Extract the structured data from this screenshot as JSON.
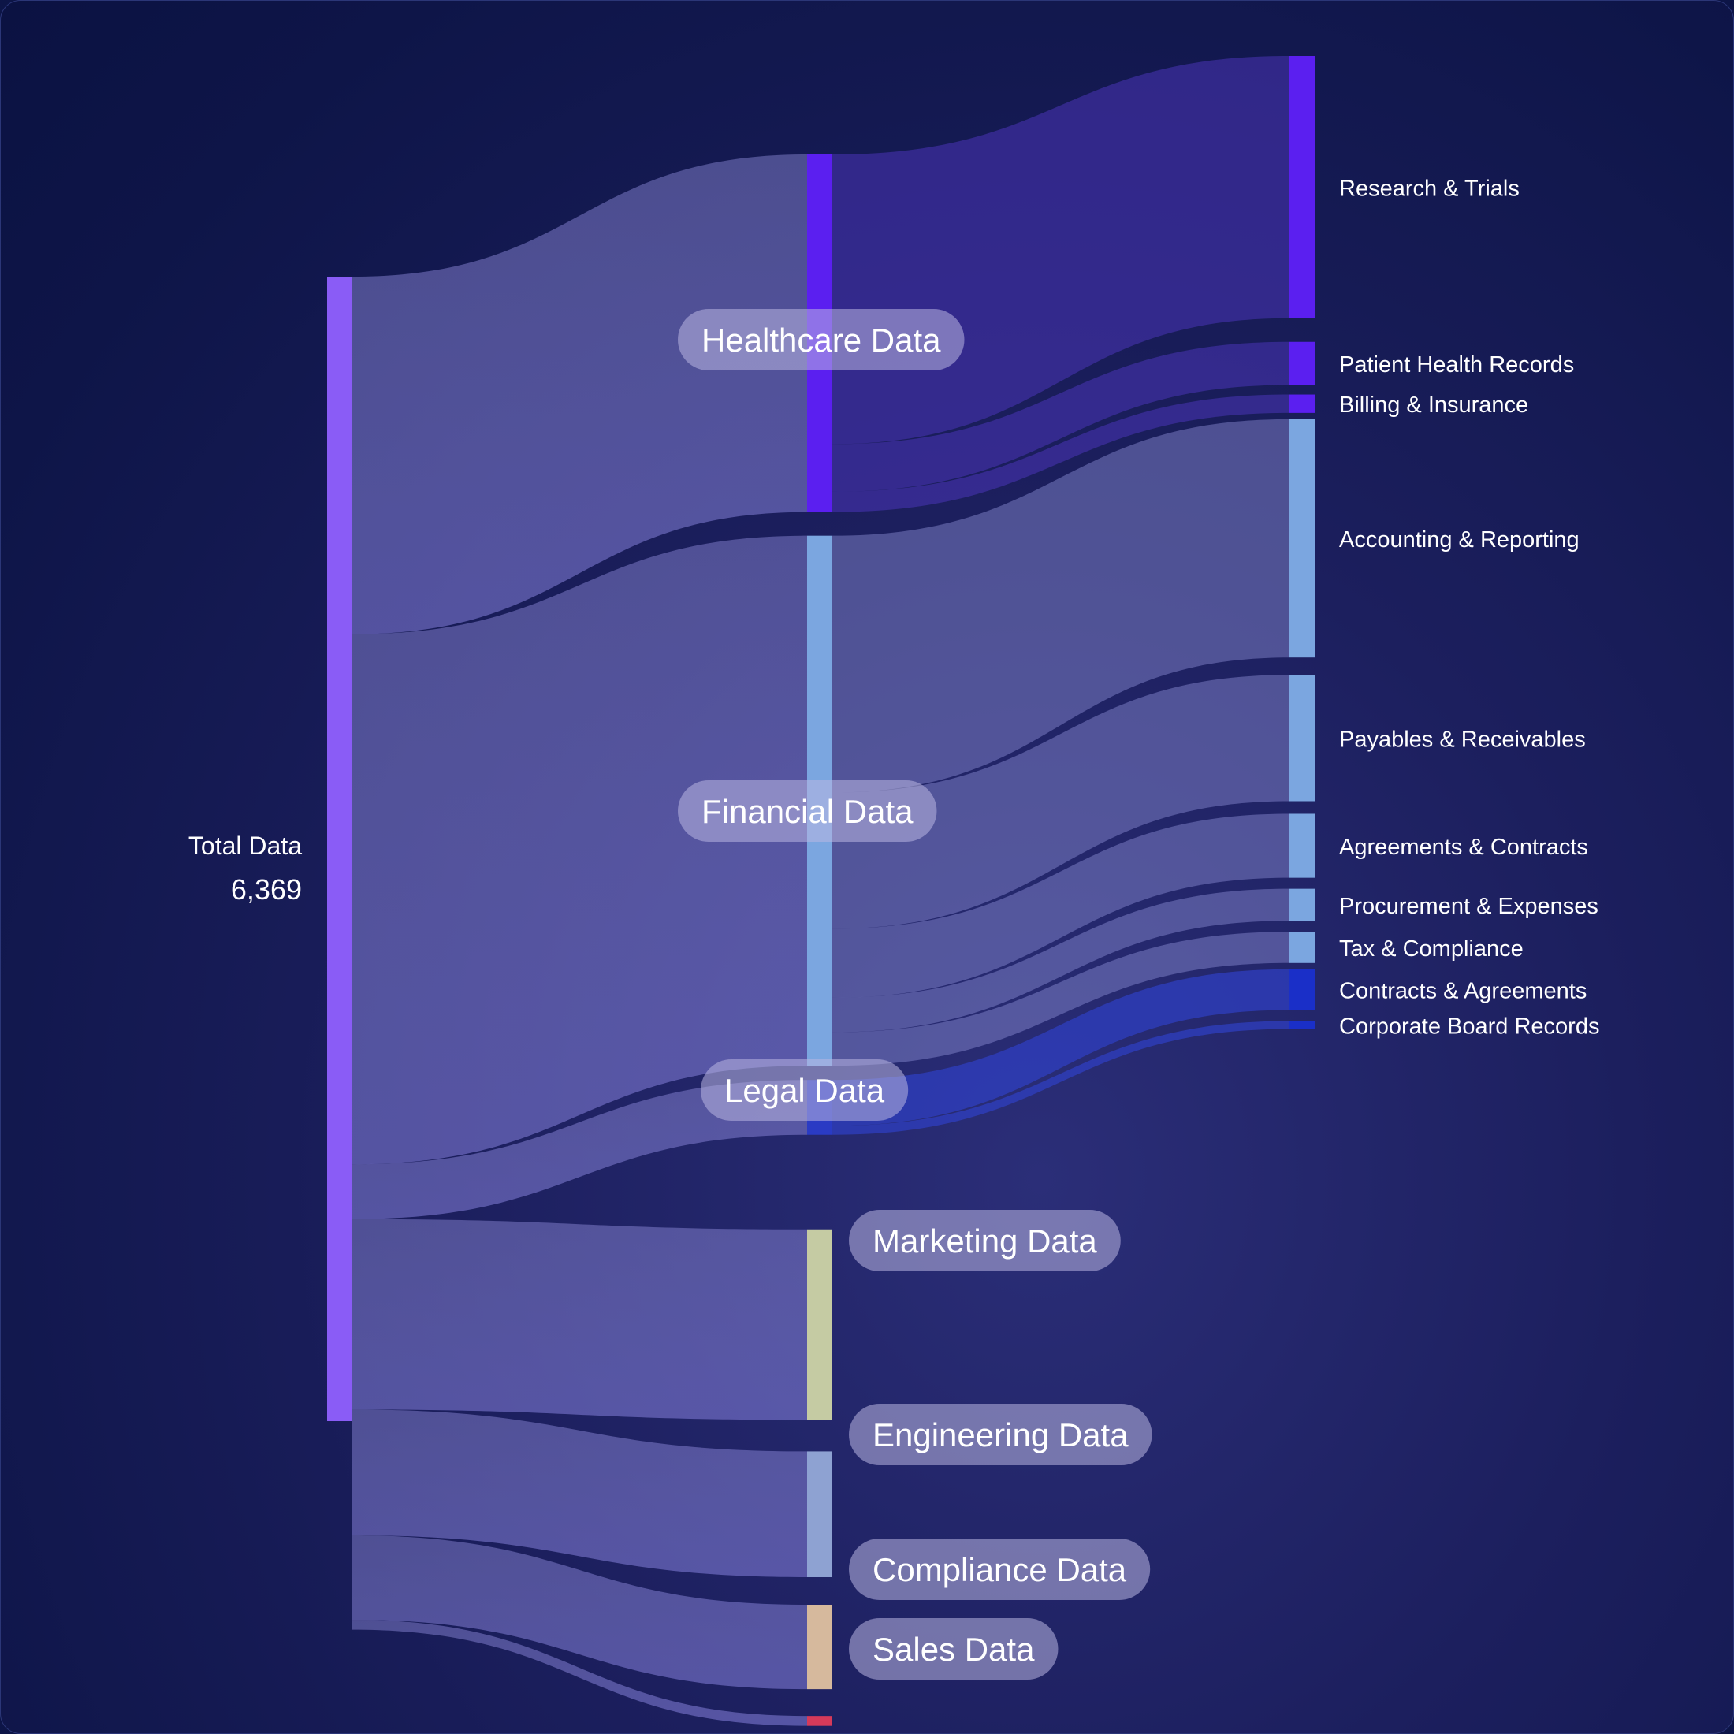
{
  "chart_data": {
    "type": "sankey",
    "root": {
      "name": "Total Data",
      "value": 6369,
      "value_label": "6,369",
      "color": "#8a5cf6"
    },
    "categories": [
      {
        "name": "Healthcare Data",
        "value": 1990,
        "color": "#5b1ff0",
        "children": [
          {
            "name": "Research & Trials",
            "value": 1640,
            "color": "#5b1ff0"
          },
          {
            "name": "Patient Health Records",
            "value": 270,
            "color": "#5b1ff0"
          },
          {
            "name": "Billing & Insurance",
            "value": 115,
            "color": "#5b1ff0"
          }
        ]
      },
      {
        "name": "Financial Data",
        "value": 2950,
        "color": "#7ba6e0",
        "children": [
          {
            "name": "Accounting & Reporting",
            "value": 1490,
            "color": "#7ba6e0"
          },
          {
            "name": "Payables & Receivables",
            "value": 790,
            "color": "#7ba6e0"
          },
          {
            "name": "Agreements & Contracts",
            "value": 400,
            "color": "#7ba6e0"
          },
          {
            "name": "Procurement & Expenses",
            "value": 200,
            "color": "#7ba6e0"
          },
          {
            "name": "Tax & Compliance",
            "value": 195,
            "color": "#7ba6e0"
          }
        ]
      },
      {
        "name": "Legal Data",
        "value": 305,
        "color": "#2a3bc4",
        "children": [
          {
            "name": "Contracts & Agreements",
            "value": 255,
            "color": "#1a2fc8"
          },
          {
            "name": "Corporate Board Records",
            "value": 50,
            "color": "#1a2fc8"
          }
        ]
      },
      {
        "name": "Marketing Data",
        "value": 1060,
        "color": "#c5cba3",
        "children": []
      },
      {
        "name": "Engineering Data",
        "value": 700,
        "color": "#8ea2d2",
        "children": []
      },
      {
        "name": "Compliance Data",
        "value": 470,
        "color": "#d6b99d",
        "children": []
      },
      {
        "name": "Sales Data",
        "value": 55,
        "color": "#d63a5a",
        "children": []
      }
    ],
    "link_color": "#7c7ad4"
  }
}
